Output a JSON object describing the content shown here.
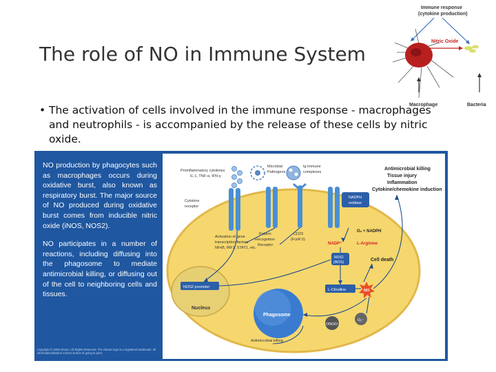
{
  "slide": {
    "title": "The role of NO in Immune System",
    "bullet_text": "The activation of cells involved in the immune response - macrophages and neutrophils - is accompanied by the release of these cells by nitric oxide."
  },
  "top_figure": {
    "immune_response_line1": "Immune response",
    "immune_response_line2": "(cytokine production)",
    "nitric_oxide": "Nitric Oxide",
    "macrophage": "Macrophage",
    "bacteria": "Bacteria"
  },
  "panel": {
    "paragraph1": "NO production by phagocytes such as macrophages occurs during oxidative burst, also known as respiratory burst. The major source of NO produced during oxidative burst comes from inducible nitric oxide (iNOS, NOS2).",
    "paragraph2": "NO participates in a number of reactions, including diffusing into the phagosome to mediate antimicrobial killing, or diffusing out of the cell to neighboring cells and tissues.",
    "copyright": "Copyright © 2009 Abcam. All Rights Reserved. The Abcam logo is a registered trademark. All information/detail is correct at time of going to print."
  },
  "diagram": {
    "proinflammatory_line1": "Proinflammatory cytokines",
    "proinflammatory_line2": "IL-1, TNF-α, IFN-γ",
    "microbial_pathogen_line1": "Microbial",
    "microbial_pathogen_line2": "Pathogens",
    "ig_immune_line1": "Ig immune",
    "ig_immune_line2": "complexes",
    "cytokine_receptor_line1": "Cytokine",
    "cytokine_receptor_line2": "receptor",
    "pattern_recognition_line1": "Pattern",
    "pattern_recognition_line2": "Recognition",
    "pattern_recognition_line3": "Receptor",
    "cd23_line1": "CD23",
    "cd23_line2": "(FcεR II)",
    "nadph_oxidase_line1": "NADPH",
    "nadph_oxidase_line2": "oxidase",
    "o2_nadph": "O₂ + NADPH",
    "nadp": "NADP⁺",
    "l_arginine": "L-Arginine",
    "tf_line1": "Activation of gene",
    "tf_line2": "transcription factors:",
    "tf_line3": "NFκB, IRF1, STAT1, etc.",
    "nos2_promoter": "NOS2 promoter",
    "nucleus": "Nucleus",
    "nos2_enzyme_line1": "NOS2",
    "nos2_enzyme_line2": "(iNOS)",
    "cell_death": "Cell death",
    "l_citrulline": "L-Citrulline",
    "no": "NO",
    "phagosome": "Phagosome",
    "onoo": "ONOO⁻",
    "o2_radical": "O₂⁻",
    "antimicrobial_killing_bottom": "Antimicrobial killing",
    "effects": [
      "Antimicrobial killing",
      "Tissue injury",
      "Inflammation",
      "Cytokine/chemokine induction"
    ]
  },
  "colors": {
    "panel_blue": "#1f57a0",
    "cell_fill": "#f5d76e",
    "receptor_blue": "#4a8fd4",
    "no_star_red": "#e8502a",
    "nadp_red": "#d42020"
  }
}
